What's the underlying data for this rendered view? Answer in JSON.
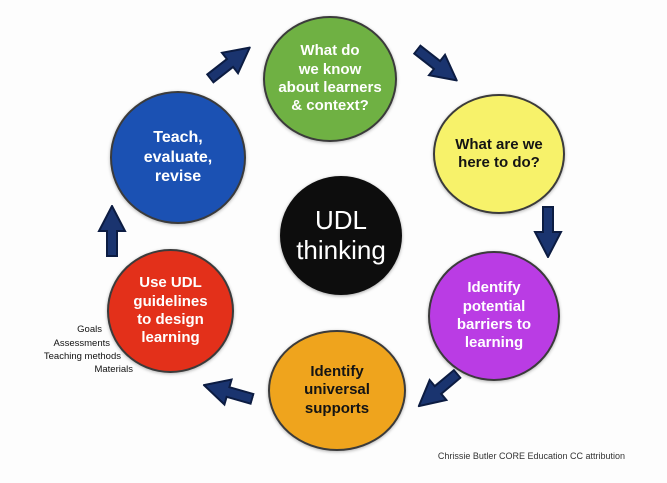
{
  "center": {
    "lines": [
      "UDL",
      "thinking"
    ],
    "color": "#0d0d0d",
    "text_color": "#ffffff"
  },
  "nodes": {
    "learners": {
      "lines": [
        "What do",
        "we know",
        "about learners",
        "& context?"
      ],
      "color": "#6fb143",
      "text_color": "#ffffff"
    },
    "purpose": {
      "lines": [
        "What are we",
        "here to do?"
      ],
      "color": "#f7f26a",
      "text_color": "#141414"
    },
    "barriers": {
      "lines": [
        "Identify",
        "potential",
        "barriers to",
        "learning"
      ],
      "color": "#ba3ce4",
      "text_color": "#ffffff"
    },
    "supports": {
      "lines": [
        "Identify",
        "universal",
        "supports"
      ],
      "color": "#efa41d",
      "text_color": "#141414"
    },
    "guidelines": {
      "lines": [
        "Use UDL",
        "guidelines",
        "to design",
        "learning"
      ],
      "color": "#e3301a",
      "text_color": "#ffffff"
    },
    "teach": {
      "lines": [
        "Teach,",
        "evaluate,",
        "revise"
      ],
      "color": "#1b51b3",
      "text_color": "#ffffff"
    }
  },
  "side_labels": {
    "items": [
      "Goals",
      "Assessments",
      "Teaching methods",
      "Materials"
    ]
  },
  "attribution": "Chrissie Butler CORE Education CC attribution",
  "arrows": {
    "fill": "#1a346f",
    "outline": "#0c1c42",
    "sequence": [
      "teach-to-learners",
      "learners-to-purpose",
      "purpose-to-barriers",
      "barriers-to-supports",
      "supports-to-guidelines",
      "guidelines-to-teach"
    ]
  }
}
